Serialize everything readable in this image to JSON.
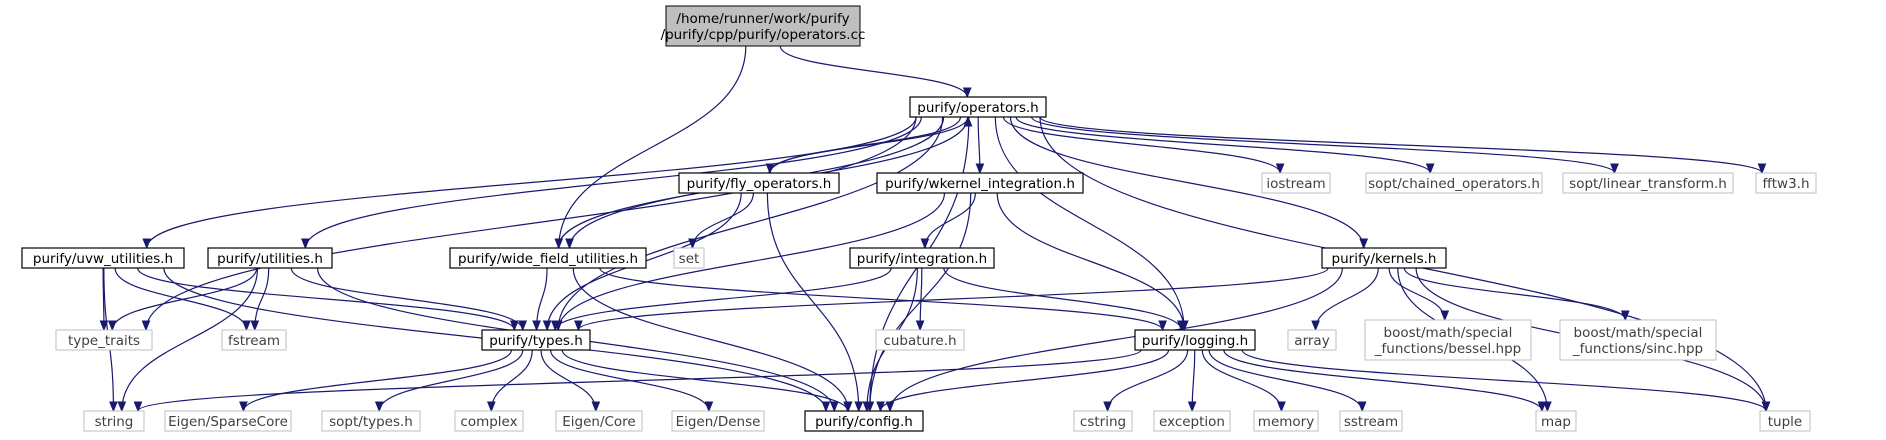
{
  "nodes": [
    {
      "id": "root",
      "kind": "root",
      "lines": [
        "/home/runner/work/purify",
        "/purify/cpp/purify/operators.cc"
      ]
    },
    {
      "id": "operators_h",
      "kind": "local",
      "lines": [
        "purify/operators.h"
      ]
    },
    {
      "id": "fly_operators_h",
      "kind": "local",
      "lines": [
        "purify/fly_operators.h"
      ]
    },
    {
      "id": "wkernel_integration_h",
      "kind": "local",
      "lines": [
        "purify/wkernel_integration.h"
      ]
    },
    {
      "id": "iostream",
      "kind": "ext",
      "lines": [
        "iostream"
      ]
    },
    {
      "id": "sopt_chained_operators_h",
      "kind": "ext",
      "lines": [
        "sopt/chained_operators.h"
      ]
    },
    {
      "id": "sopt_linear_transform_h",
      "kind": "ext",
      "lines": [
        "sopt/linear_transform.h"
      ]
    },
    {
      "id": "fftw3_h",
      "kind": "ext",
      "lines": [
        "fftw3.h"
      ]
    },
    {
      "id": "uvw_utilities_h",
      "kind": "local",
      "lines": [
        "purify/uvw_utilities.h"
      ]
    },
    {
      "id": "utilities_h",
      "kind": "local",
      "lines": [
        "purify/utilities.h"
      ]
    },
    {
      "id": "wide_field_utilities_h",
      "kind": "local",
      "lines": [
        "purify/wide_field_utilities.h"
      ]
    },
    {
      "id": "set",
      "kind": "ext",
      "lines": [
        "set"
      ]
    },
    {
      "id": "integration_h",
      "kind": "local",
      "lines": [
        "purify/integration.h"
      ]
    },
    {
      "id": "kernels_h",
      "kind": "local",
      "lines": [
        "purify/kernels.h"
      ]
    },
    {
      "id": "type_traits",
      "kind": "ext",
      "lines": [
        "type_traits"
      ]
    },
    {
      "id": "fstream",
      "kind": "ext",
      "lines": [
        "fstream"
      ]
    },
    {
      "id": "types_h",
      "kind": "local",
      "lines": [
        "purify/types.h"
      ]
    },
    {
      "id": "cubature_h",
      "kind": "ext",
      "lines": [
        "cubature.h"
      ]
    },
    {
      "id": "logging_h",
      "kind": "local",
      "lines": [
        "purify/logging.h"
      ]
    },
    {
      "id": "array",
      "kind": "ext",
      "lines": [
        "array"
      ]
    },
    {
      "id": "boost_bessel",
      "kind": "ext",
      "lines": [
        "boost/math/special",
        "_functions/bessel.hpp"
      ]
    },
    {
      "id": "boost_sinc",
      "kind": "ext",
      "lines": [
        "boost/math/special",
        "_functions/sinc.hpp"
      ]
    },
    {
      "id": "string",
      "kind": "ext",
      "lines": [
        "string"
      ]
    },
    {
      "id": "eigen_sparsecore",
      "kind": "ext",
      "lines": [
        "Eigen/SparseCore"
      ]
    },
    {
      "id": "sopt_types_h",
      "kind": "ext",
      "lines": [
        "sopt/types.h"
      ]
    },
    {
      "id": "complex",
      "kind": "ext",
      "lines": [
        "complex"
      ]
    },
    {
      "id": "eigen_core",
      "kind": "ext",
      "lines": [
        "Eigen/Core"
      ]
    },
    {
      "id": "eigen_dense",
      "kind": "ext",
      "lines": [
        "Eigen/Dense"
      ]
    },
    {
      "id": "config_h",
      "kind": "local",
      "lines": [
        "purify/config.h"
      ]
    },
    {
      "id": "cstring",
      "kind": "ext",
      "lines": [
        "cstring"
      ]
    },
    {
      "id": "exception",
      "kind": "ext",
      "lines": [
        "exception"
      ]
    },
    {
      "id": "memory",
      "kind": "ext",
      "lines": [
        "memory"
      ]
    },
    {
      "id": "sstream",
      "kind": "ext",
      "lines": [
        "sstream"
      ]
    },
    {
      "id": "map",
      "kind": "ext",
      "lines": [
        "map"
      ]
    },
    {
      "id": "tuple",
      "kind": "ext",
      "lines": [
        "tuple"
      ]
    }
  ],
  "edges": [
    [
      "root",
      "operators_h"
    ],
    [
      "root",
      "wide_field_utilities_h"
    ],
    [
      "operators_h",
      "fly_operators_h"
    ],
    [
      "operators_h",
      "wkernel_integration_h"
    ],
    [
      "operators_h",
      "iostream"
    ],
    [
      "operators_h",
      "sopt_chained_operators_h"
    ],
    [
      "operators_h",
      "sopt_linear_transform_h"
    ],
    [
      "operators_h",
      "fftw3_h"
    ],
    [
      "operators_h",
      "uvw_utilities_h"
    ],
    [
      "operators_h",
      "utilities_h"
    ],
    [
      "operators_h",
      "wide_field_utilities_h"
    ],
    [
      "operators_h",
      "kernels_h"
    ],
    [
      "operators_h",
      "type_traits"
    ],
    [
      "operators_h",
      "types_h"
    ],
    [
      "operators_h",
      "logging_h"
    ],
    [
      "operators_h",
      "config_h"
    ],
    [
      "operators_h",
      "tuple"
    ],
    [
      "fly_operators_h",
      "operators_h"
    ],
    [
      "fly_operators_h",
      "set"
    ],
    [
      "fly_operators_h",
      "types_h"
    ],
    [
      "fly_operators_h",
      "config_h"
    ],
    [
      "wide_field_utilities_h",
      "operators_h"
    ],
    [
      "wide_field_utilities_h",
      "types_h"
    ],
    [
      "wide_field_utilities_h",
      "logging_h"
    ],
    [
      "wide_field_utilities_h",
      "config_h"
    ],
    [
      "wkernel_integration_h",
      "integration_h"
    ],
    [
      "wkernel_integration_h",
      "types_h"
    ],
    [
      "wkernel_integration_h",
      "logging_h"
    ],
    [
      "wkernel_integration_h",
      "config_h"
    ],
    [
      "integration_h",
      "cubature_h"
    ],
    [
      "integration_h",
      "types_h"
    ],
    [
      "integration_h",
      "logging_h"
    ],
    [
      "integration_h",
      "config_h"
    ],
    [
      "uvw_utilities_h",
      "type_traits"
    ],
    [
      "uvw_utilities_h",
      "fstream"
    ],
    [
      "uvw_utilities_h",
      "string"
    ],
    [
      "uvw_utilities_h",
      "types_h"
    ],
    [
      "uvw_utilities_h",
      "config_h"
    ],
    [
      "utilities_h",
      "type_traits"
    ],
    [
      "utilities_h",
      "fstream"
    ],
    [
      "utilities_h",
      "string"
    ],
    [
      "utilities_h",
      "types_h"
    ],
    [
      "utilities_h",
      "config_h"
    ],
    [
      "kernels_h",
      "array"
    ],
    [
      "kernels_h",
      "boost_bessel"
    ],
    [
      "kernels_h",
      "boost_sinc"
    ],
    [
      "kernels_h",
      "map"
    ],
    [
      "kernels_h",
      "tuple"
    ],
    [
      "kernels_h",
      "types_h"
    ],
    [
      "kernels_h",
      "config_h"
    ],
    [
      "types_h",
      "eigen_sparsecore"
    ],
    [
      "types_h",
      "sopt_types_h"
    ],
    [
      "types_h",
      "complex"
    ],
    [
      "types_h",
      "eigen_core"
    ],
    [
      "types_h",
      "eigen_dense"
    ],
    [
      "types_h",
      "config_h"
    ],
    [
      "logging_h",
      "string"
    ],
    [
      "logging_h",
      "config_h"
    ],
    [
      "logging_h",
      "cstring"
    ],
    [
      "logging_h",
      "exception"
    ],
    [
      "logging_h",
      "memory"
    ],
    [
      "logging_h",
      "sstream"
    ],
    [
      "logging_h",
      "map"
    ],
    [
      "logging_h",
      "tuple"
    ]
  ]
}
